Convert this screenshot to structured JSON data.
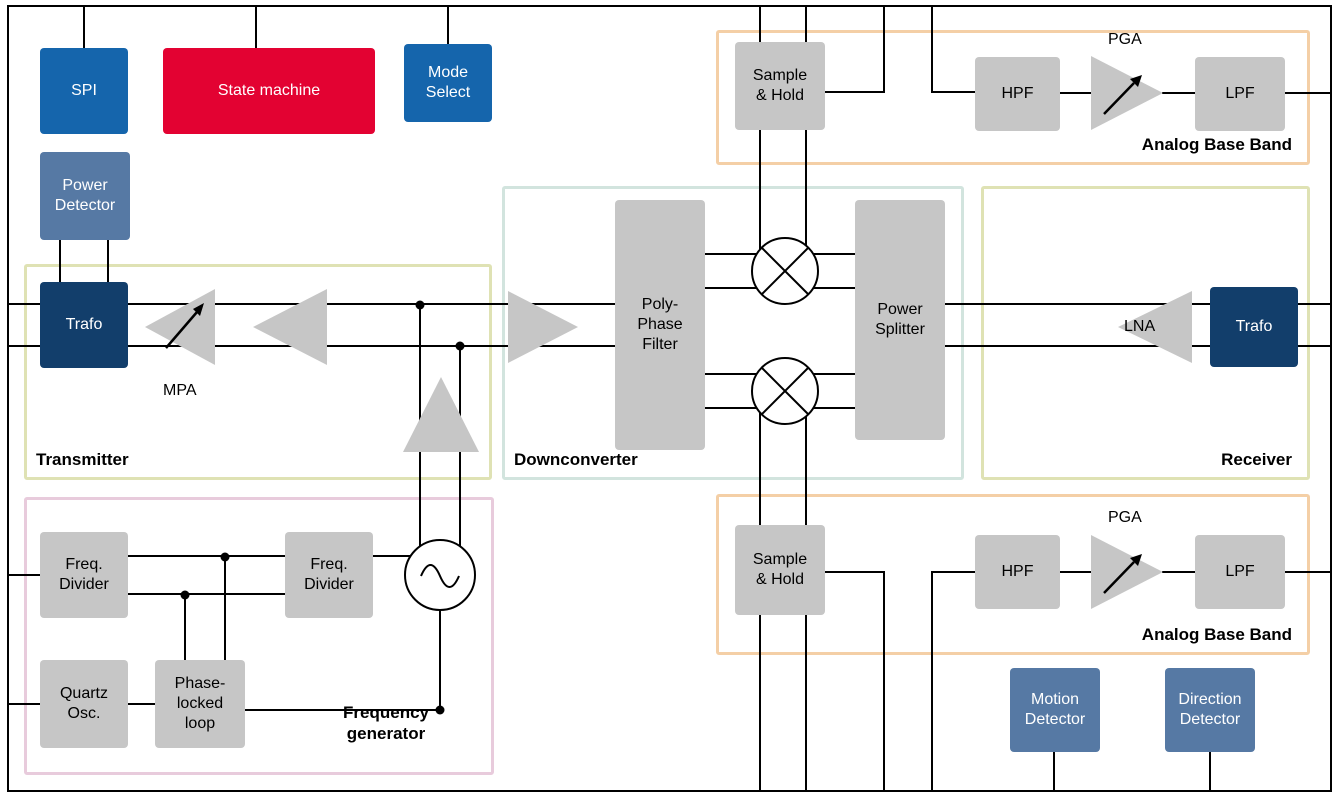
{
  "diagram": {
    "type": "radar-transceiver-block-diagram",
    "control_blocks": {
      "spi": "SPI",
      "state_machine": "State machine",
      "mode_select": "Mode\nSelect"
    },
    "transmitter": {
      "label": "Transmitter",
      "power_detector": "Power\nDetector",
      "trafo": "Trafo",
      "mpa_label": "MPA"
    },
    "downconverter": {
      "label": "Downconverter",
      "poly_phase_filter": "Poly-\nPhase\nFilter",
      "power_splitter": "Power\nSplitter"
    },
    "receiver": {
      "label": "Receiver",
      "lna_label": "LNA",
      "trafo": "Trafo"
    },
    "analog_base_band_top": {
      "label": "Analog Base Band",
      "sample_hold": "Sample\n& Hold",
      "hpf": "HPF",
      "pga_label": "PGA",
      "lpf": "LPF"
    },
    "analog_base_band_bottom": {
      "label": "Analog Base Band",
      "sample_hold": "Sample\n& Hold",
      "hpf": "HPF",
      "pga_label": "PGA",
      "lpf": "LPF"
    },
    "frequency_generator": {
      "label": "Frequency\ngenerator",
      "freq_divider_1": "Freq.\nDivider",
      "freq_divider_2": "Freq.\nDivider",
      "quartz_osc": "Quartz\nOsc.",
      "pll": "Phase-\nlocked\nloop"
    },
    "detectors": {
      "motion": "Motion\nDetector",
      "direction": "Direction\nDetector"
    },
    "colors": {
      "control_blue": "#1565ac",
      "trafo_navy": "#123e6b",
      "state_machine_red": "#e30232",
      "detector_slate": "#5679a4",
      "block_gray": "#c6c6c6",
      "wire_black": "#000000",
      "transmitter_frame": "#dfe2b4",
      "receiver_frame": "#dfe2b4",
      "downconverter_frame": "#d2e4de",
      "analog_base_band_frame": "#f4cfa6",
      "frequency_generator_frame": "#e8cbdc"
    }
  }
}
